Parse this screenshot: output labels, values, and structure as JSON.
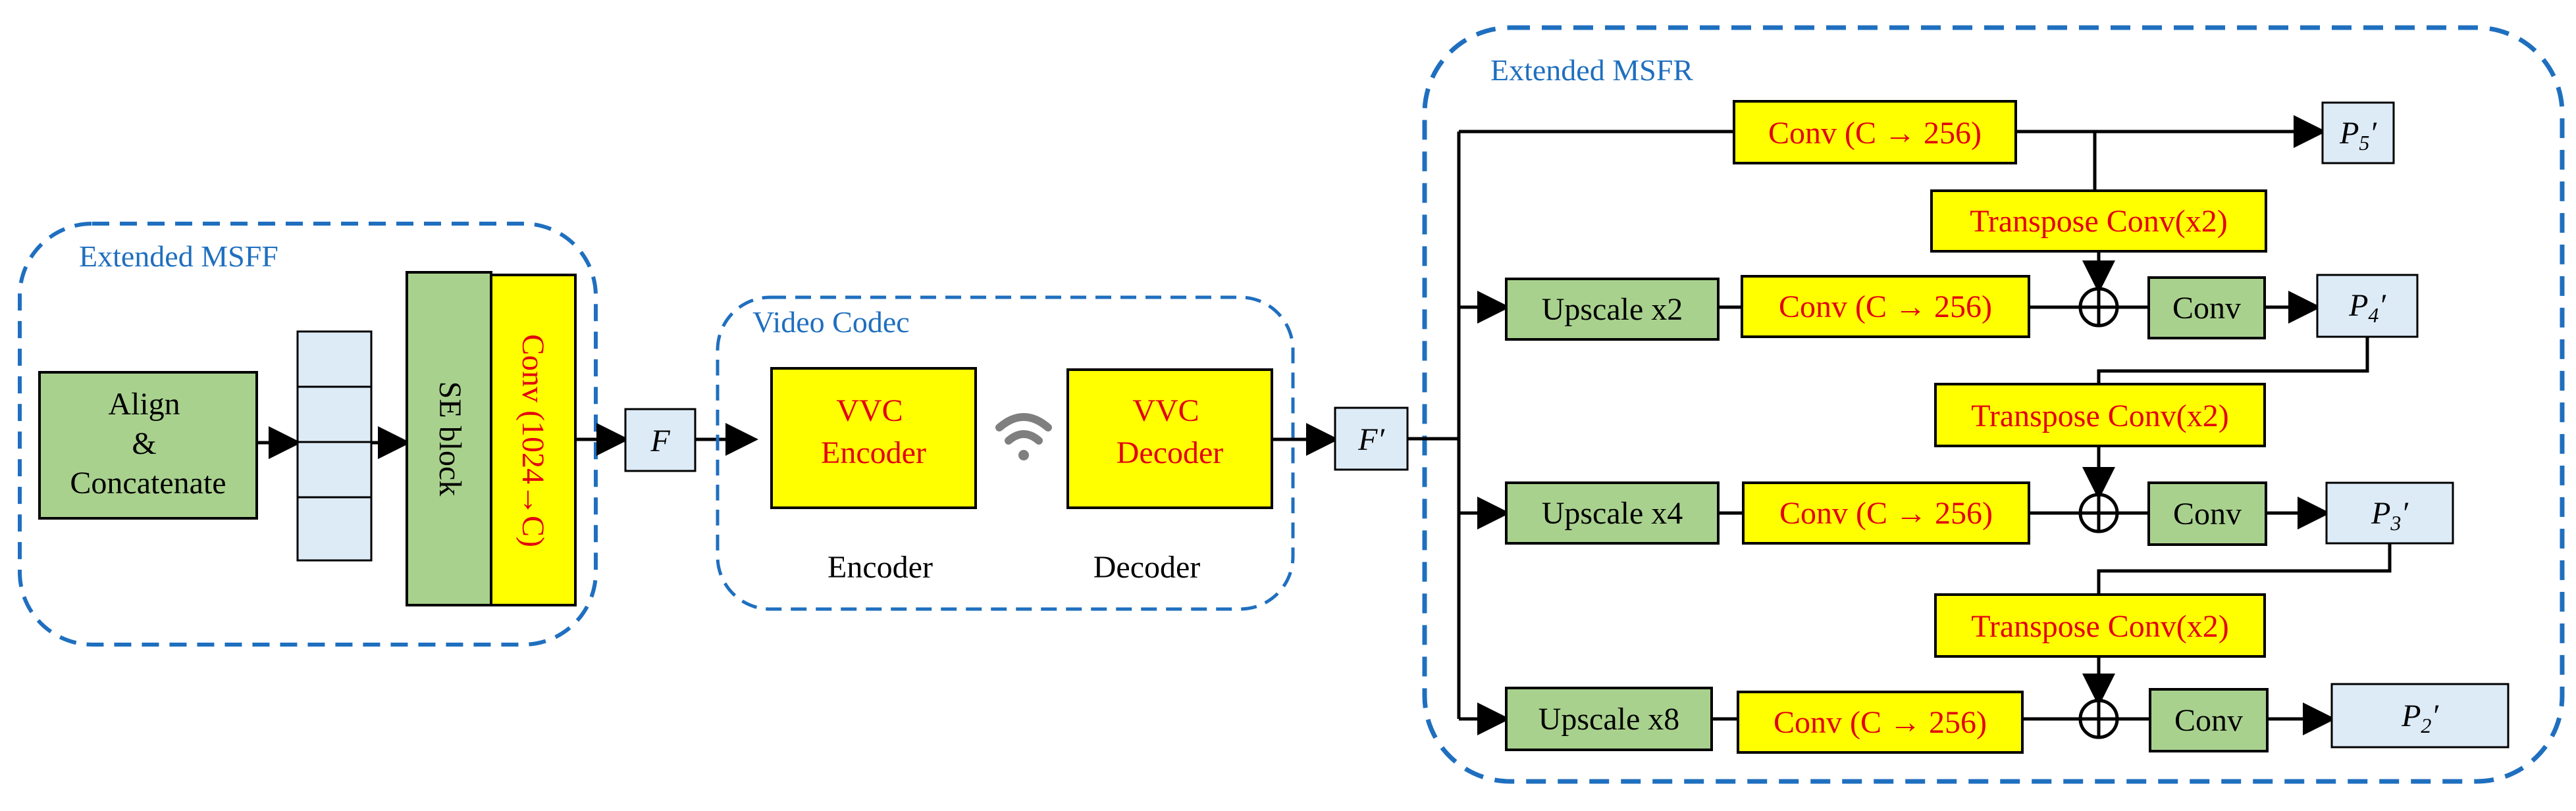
{
  "groups": {
    "msff": "Extended MSFF",
    "codec": "Video Codec",
    "msfr": "Extended MSFR"
  },
  "msff": {
    "align": [
      "Align",
      "&",
      "Concatenate"
    ],
    "se": "SE block",
    "conv": "Conv (1024→C)"
  },
  "feature_in": "F",
  "codec": {
    "encoder_box": [
      "VVC",
      "Encoder"
    ],
    "decoder_box": [
      "VVC",
      "Decoder"
    ],
    "encoder_caption": "Encoder",
    "decoder_caption": "Decoder"
  },
  "feature_out": "F′",
  "msfr": {
    "conv_c256": "Conv (C → 256)",
    "transpose": "Transpose Conv(x2)",
    "conv": "Conv",
    "upscale": [
      "Upscale x2",
      "Upscale x4",
      "Upscale x8"
    ],
    "outputs": [
      {
        "base": "P",
        "sub": "5",
        "prime": "′"
      },
      {
        "base": "P",
        "sub": "4",
        "prime": "′"
      },
      {
        "base": "P",
        "sub": "3",
        "prime": "′"
      },
      {
        "base": "P",
        "sub": "2",
        "prime": "′"
      }
    ]
  },
  "colors": {
    "green": "#a9d18e",
    "yellow": "#ffff00",
    "light_blue": "#ddebf7",
    "dashed_blue": "#1f6fbf",
    "red_text": "#e3000f",
    "wifi_gray": "#7f7f7f"
  },
  "icons": [
    "wifi-icon",
    "sum-icon"
  ]
}
